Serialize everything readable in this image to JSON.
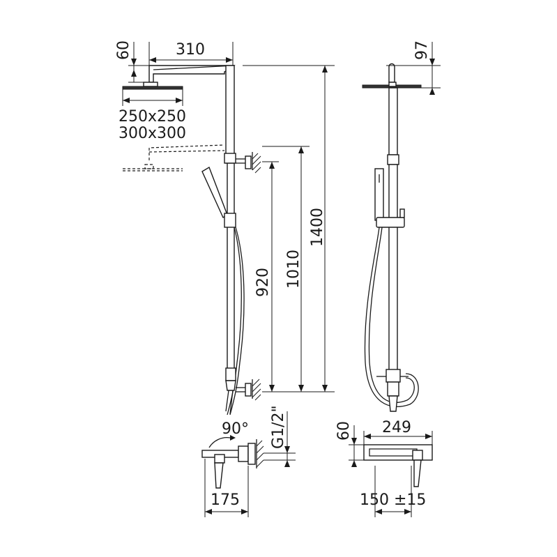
{
  "dimensions": {
    "arm_drop": "60",
    "arm_length": "310",
    "head_size_small": "250x250",
    "head_size_large": "300x300",
    "total_height": "1400",
    "lower_bracket_height": "1010",
    "mixer_to_bracket": "920",
    "thread": "G1/2\"",
    "rotation": "90°",
    "spout_depth": "175",
    "head_drop_side": "97",
    "mixer_height": "60",
    "mixer_width": "249",
    "connection_spacing": "150 ±15"
  }
}
